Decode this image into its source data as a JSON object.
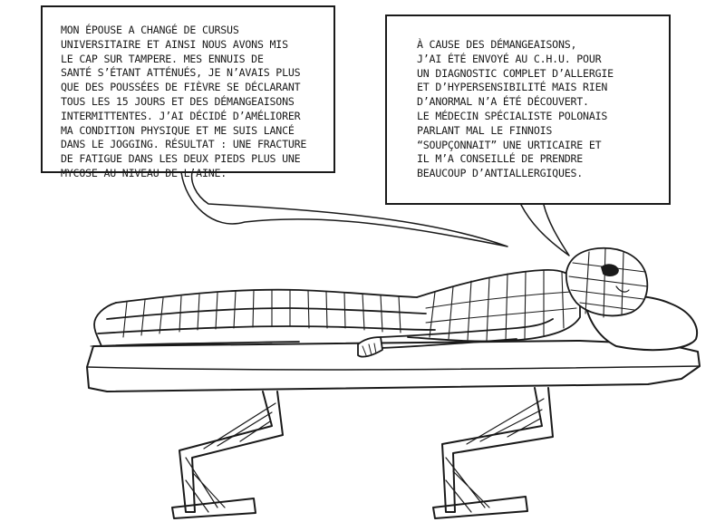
{
  "panel": {
    "background": "#ffffff",
    "ink": "#1a1a1a"
  },
  "bubble_left": {
    "text": "Mon épouse a changé de cursus\nuniversitaire et ainsi nous avons mis\nle cap sur Tampere. Mes ennuis de\nsanté s’étant atténués, je n’avais plus\nque des poussées de fièvre se déclarant\ntous les 15 jours et des démangeaisons\nintermittentes. J’ai décidé d’améliorer\nma condition physique et me suis lancé\ndans le jogging. Résultat : une fracture\nde fatigue dans les deux pieds plus une\nmycose au niveau de l’aine."
  },
  "bubble_right": {
    "text": "À cause des démangeaisons,\nj’ai été envoyé au C.H.U. pour\nun diagnostic complet d’allergie\net d’hypersensibilité mais rien\nd’anormal n’a été découvert.\nLe médecin spécialiste polonais\nparlant mal le finnois\n“soupçonnait” une urticaire et\nil m’a conseillé de prendre\nbeaucoup d’antiallergiques."
  },
  "illustration": {
    "icon": "bandaged-patient-on-examination-table"
  }
}
